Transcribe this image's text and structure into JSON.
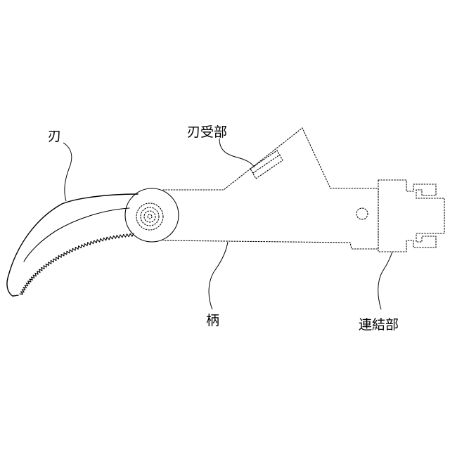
{
  "labels": {
    "blade": "刃",
    "blade_receiver": "刃受部",
    "handle": "柄",
    "coupling": "連結部"
  }
}
